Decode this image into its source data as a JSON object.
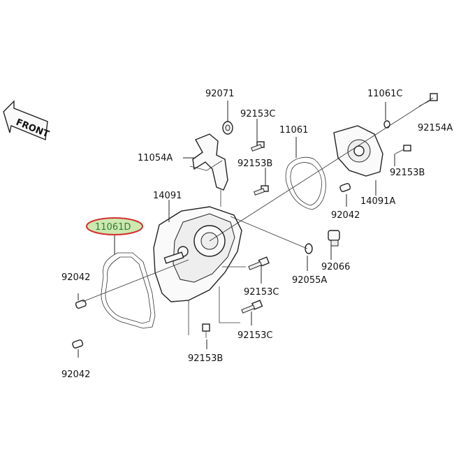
{
  "diagram": {
    "front_label": "FRONT",
    "highlight_color": "#cde8b0",
    "highlight_border": "#d32f2f",
    "labels": [
      {
        "id": "p92071",
        "text": "92071"
      },
      {
        "id": "p11061c",
        "text": "11061C"
      },
      {
        "id": "p92153c_top",
        "text": "92153C"
      },
      {
        "id": "p11061",
        "text": "11061"
      },
      {
        "id": "p92154a",
        "text": "92154A"
      },
      {
        "id": "p11054a",
        "text": "11054A"
      },
      {
        "id": "p92153b_mid",
        "text": "92153B"
      },
      {
        "id": "p92153b_right",
        "text": "92153B"
      },
      {
        "id": "p14091",
        "text": "14091"
      },
      {
        "id": "p14091a",
        "text": "14091A"
      },
      {
        "id": "p92042_right",
        "text": "92042"
      },
      {
        "id": "p11061d",
        "text": "11061D"
      },
      {
        "id": "p92042_left",
        "text": "92042"
      },
      {
        "id": "p92066",
        "text": "92066"
      },
      {
        "id": "p92055a",
        "text": "92055A"
      },
      {
        "id": "p92153c_mid",
        "text": "92153C"
      },
      {
        "id": "p92153c_low",
        "text": "92153C"
      },
      {
        "id": "p92153b_low",
        "text": "92153B"
      },
      {
        "id": "p92042_bottom",
        "text": "92042"
      }
    ]
  }
}
